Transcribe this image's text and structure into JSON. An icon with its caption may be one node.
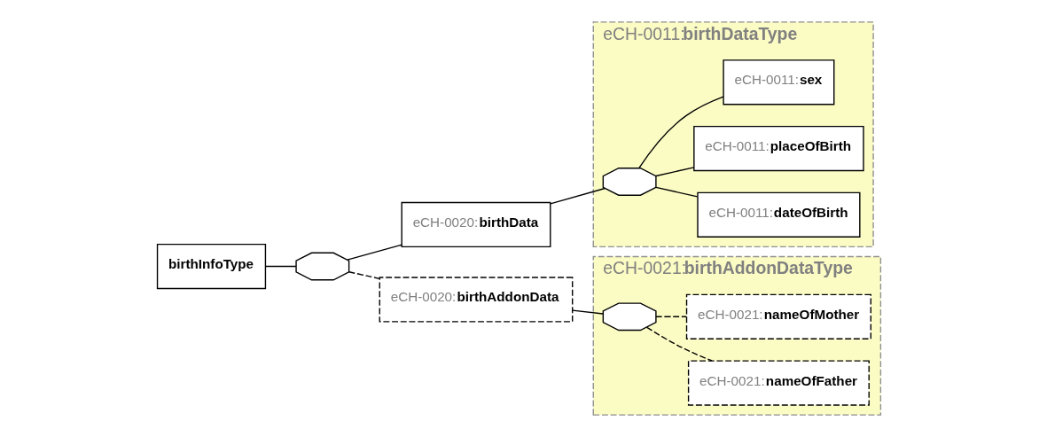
{
  "diagram": {
    "nodes": [
      {
        "text": [
          "birthInfoType"
        ]
      },
      {
        "text": [],
        "shape": "octagon"
      },
      {
        "text": [
          "eCH-0020:birthData"
        ]
      },
      {
        "text": [
          "eCH-0011:birthDataType"
        ]
      },
      {
        "text": [],
        "shape": "octagon",
        "in": 3
      },
      {
        "text": [
          "eCH-0011:dateOfBirth"
        ],
        "in": 3
      },
      {
        "text": [
          "eCH-0011:placeOfBirth"
        ],
        "in": 3
      },
      {
        "text": [
          "eCH-0011:sex"
        ],
        "in": 3
      },
      {
        "text": [
          "eCH-0020:birthAddonData"
        ]
      },
      {
        "text": [
          "eCH-0021:birthAddonDataType"
        ]
      },
      {
        "text": [],
        "shape": "octagon",
        "in": 9
      },
      {
        "text": [
          "eCH-0021:nameOfFather"
        ],
        "in": 9
      },
      {
        "text": [
          "eCH-0021:nameOfMother"
        ],
        "in": 9
      }
    ],
    "edges": [
      {
        "from": 0,
        "to": 1,
        "arrow": "none"
      },
      {
        "from": 1,
        "to": 2,
        "arrow": "none"
      },
      {
        "from": 1,
        "to": 8,
        "arrow": "none",
        "style": "dashed"
      },
      {
        "from": 2,
        "to": 4,
        "arrow": "none"
      },
      {
        "from": 4,
        "to": 5,
        "arrow": "none"
      },
      {
        "from": 4,
        "to": 6,
        "arrow": "none"
      },
      {
        "from": 4,
        "to": 7,
        "arrow": "none"
      },
      {
        "from": 8,
        "to": 10,
        "arrow": "none"
      },
      {
        "from": 10,
        "to": 11,
        "arrow": "none",
        "style": "dashed"
      },
      {
        "from": 10,
        "to": 12,
        "arrow": "none",
        "style": "dashed"
      }
    ]
  }
}
